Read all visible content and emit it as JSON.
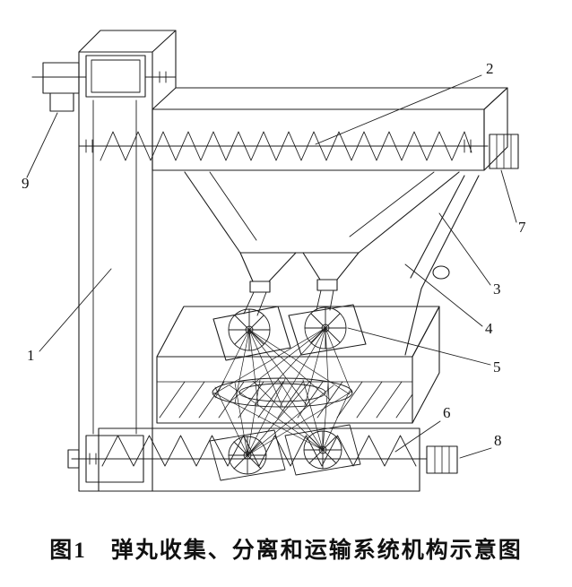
{
  "figure": {
    "caption": "图1　弹丸收集、分离和运输系统机构示意图"
  },
  "colors": {
    "ink": "#1c1c1c",
    "background": "#ffffff"
  },
  "callouts": [
    {
      "label": "1"
    },
    {
      "label": "2"
    },
    {
      "label": "3"
    },
    {
      "label": "4"
    },
    {
      "label": "5"
    },
    {
      "label": "6"
    },
    {
      "label": "7"
    },
    {
      "label": "8"
    },
    {
      "label": "9"
    }
  ]
}
